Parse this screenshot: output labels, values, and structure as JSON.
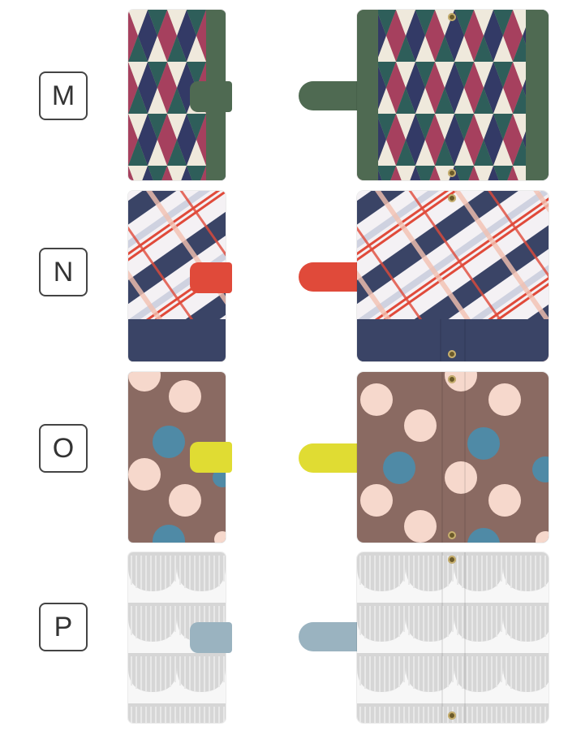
{
  "rows": [
    {
      "label": "M",
      "colors": {
        "spine": "#4f6a52",
        "strap": "#4f6a52"
      }
    },
    {
      "label": "N",
      "colors": {
        "base": "#f4f1f4",
        "navy": "#3a4466",
        "red": "#e04a3a",
        "strap": "#e04a3a"
      }
    },
    {
      "label": "O",
      "colors": {
        "base": "#8a6a62",
        "strap": "#e0dc33",
        "pink": "#f6d8cc",
        "blue": "#4f8aa6"
      }
    },
    {
      "label": "P",
      "colors": {
        "base": "#f7f7f7",
        "gray": "#cfcfcf",
        "strap": "#9ab3c0"
      }
    }
  ]
}
